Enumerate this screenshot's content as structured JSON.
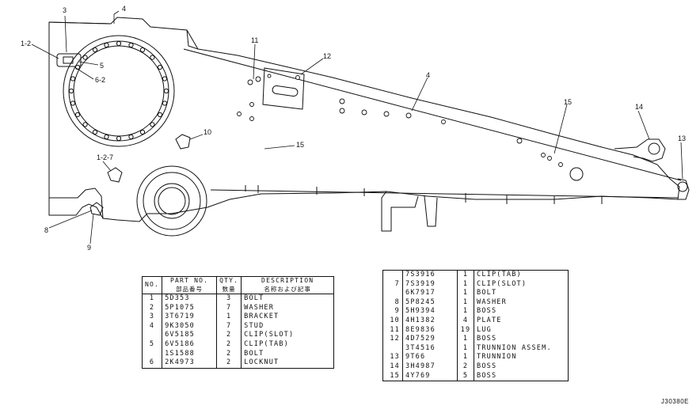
{
  "callouts": {
    "c3": "3",
    "c4_top": "4",
    "c1_2": "1-2",
    "c5": "5",
    "c6_2": "6-2",
    "c11": "11",
    "c12": "12",
    "c4_mid": "4",
    "c15_right": "15",
    "c14": "14",
    "c13": "13",
    "c10": "10",
    "c15_mid": "15",
    "c1_2_7": "1-2-7",
    "c8": "8",
    "c9": "9"
  },
  "table_left": {
    "headers": {
      "no": "NO.",
      "part_no": "PART NO.",
      "part_no_jp": "部品番号",
      "qty": "QTY.",
      "qty_jp": "数量",
      "description": "DESCRIPTION",
      "description_jp": "名称および記事"
    },
    "rows": [
      {
        "no": "1",
        "part": "5D353",
        "qty": "3",
        "desc": "BOLT"
      },
      {
        "no": "2",
        "part": "5P1075",
        "qty": "7",
        "desc": "WASHER"
      },
      {
        "no": "3",
        "part": "3T6719",
        "qty": "1",
        "desc": "BRACKET"
      },
      {
        "no": "4",
        "part": "9K3050",
        "qty": "7",
        "desc": "STUD"
      },
      {
        "no": "",
        "part": "6V5185",
        "qty": "2",
        "desc": "CLIP(SLOT)"
      },
      {
        "no": "5",
        "part": "6V5186",
        "qty": "2",
        "desc": "CLIP(TAB)"
      },
      {
        "no": "",
        "part": "1S1588",
        "qty": "2",
        "desc": "BOLT"
      },
      {
        "no": "6",
        "part": "2K4973",
        "qty": "2",
        "desc": "LOCKNUT"
      }
    ]
  },
  "table_right": {
    "rows": [
      {
        "no": "",
        "part": "7S3916",
        "qty": "1",
        "desc": "CLIP(TAB)"
      },
      {
        "no": "7",
        "part": "7S3919",
        "qty": "1",
        "desc": "CLIP(SLOT)"
      },
      {
        "no": "",
        "part": "6K7917",
        "qty": "1",
        "desc": "BOLT"
      },
      {
        "no": "8",
        "part": "5P8245",
        "qty": "1",
        "desc": "WASHER"
      },
      {
        "no": "9",
        "part": "5H9394",
        "qty": "1",
        "desc": "BOSS"
      },
      {
        "no": "10",
        "part": "4H1382",
        "qty": "4",
        "desc": "PLATE"
      },
      {
        "no": "11",
        "part": "8E9836",
        "qty": "19",
        "desc": "LUG"
      },
      {
        "no": "12",
        "part": "4D7529",
        "qty": "1",
        "desc": "BOSS"
      },
      {
        "no": "",
        "part": "3T4516",
        "qty": "1",
        "desc": "TRUNNION ASSEM."
      },
      {
        "no": "13",
        "part": "9T66",
        "qty": "1",
        "desc": "TRUNNION"
      },
      {
        "no": "14",
        "part": "3H4987",
        "qty": "2",
        "desc": "BOSS"
      },
      {
        "no": "15",
        "part": "4Y769",
        "qty": "5",
        "desc": "BOSS"
      }
    ]
  },
  "drawing_code": "J30380E"
}
